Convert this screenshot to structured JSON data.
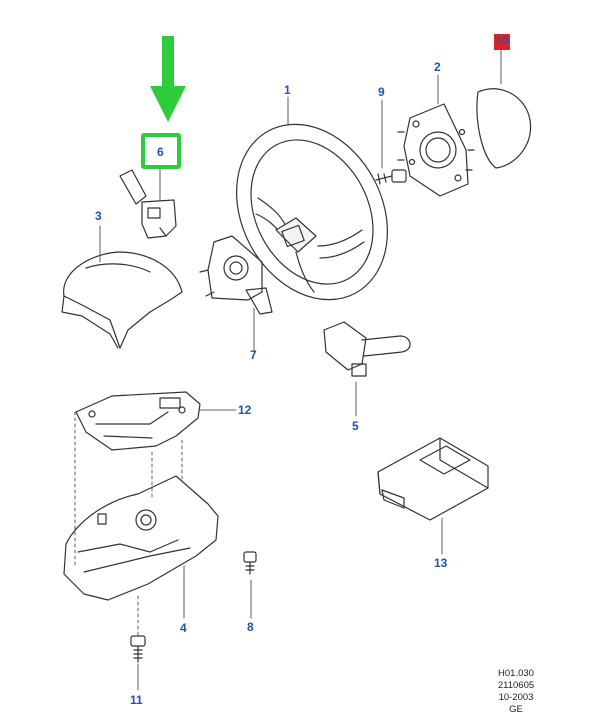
{
  "callouts": {
    "c1": "1",
    "c2": "2",
    "c3": "3",
    "c4": "4",
    "c5": "5",
    "c6": "6",
    "c7": "7",
    "c8": "8",
    "c9": "9",
    "c10": "10",
    "c11": "11",
    "c12": "12",
    "c13": "13"
  },
  "reference": {
    "line1": "H01.030",
    "line2": "2110605",
    "line3": "10-2003",
    "line4": "GE"
  },
  "colors": {
    "callout_text": "#1a56b8",
    "highlight": "#2ecc3a",
    "badge": "#d8232a",
    "line_art": "#333333"
  }
}
